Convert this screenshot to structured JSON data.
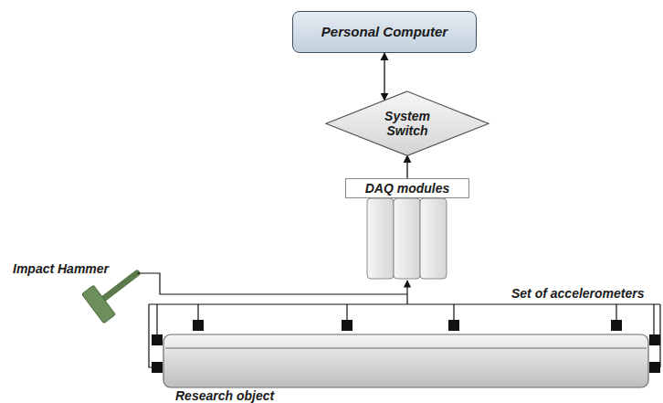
{
  "diagram": {
    "nodes": [
      {
        "text": [
          "Personal Computer"
        ]
      },
      {
        "text": [
          "System Switch"
        ]
      },
      {
        "text": [
          "DAQ modules"
        ]
      }
    ],
    "edges": [
      {
        "from": 0,
        "to": 1,
        "arrow": "both"
      },
      {
        "from": 2,
        "to": 1,
        "arrow": "to"
      }
    ],
    "labels": [
      "Impact Hammer",
      "Set of accelerometers",
      "Research object"
    ]
  }
}
